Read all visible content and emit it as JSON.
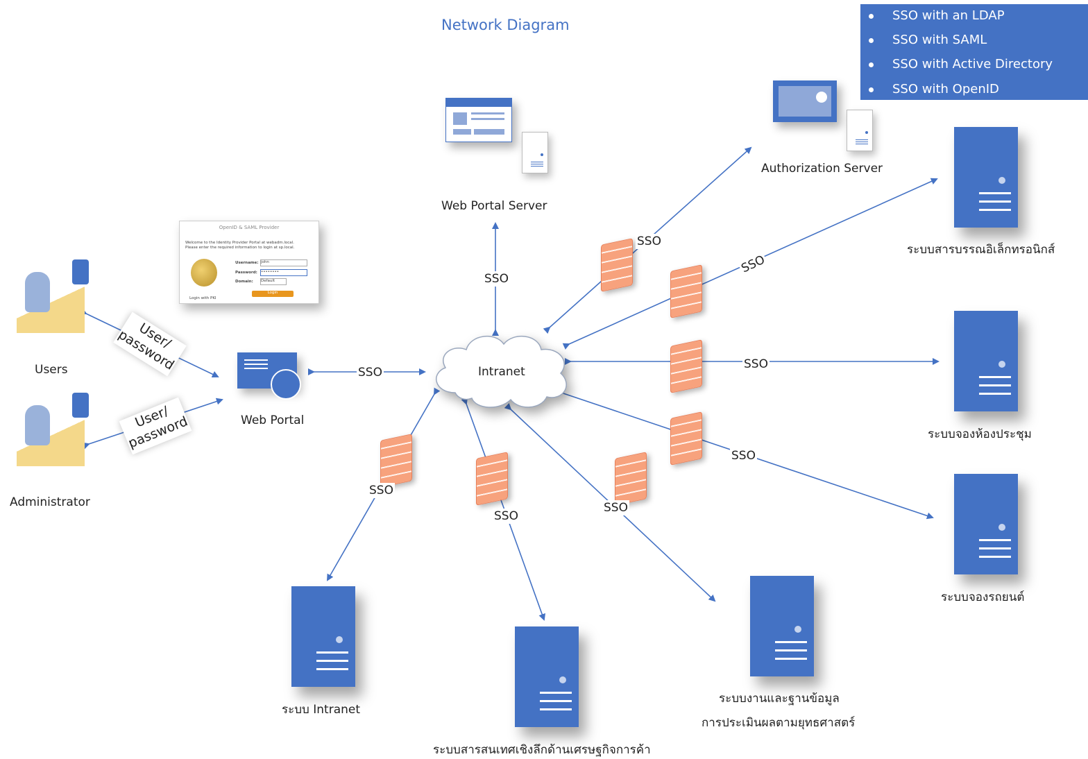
{
  "title": "Network Diagram",
  "sso_options": [
    "SSO with an LDAP",
    "SSO with SAML",
    "SSO with Active Directory",
    "SSO with OpenID"
  ],
  "nodes": {
    "intranet": "Intranet",
    "web_portal_server": "Web Portal Server",
    "authorization_server": "Authorization Server",
    "web_portal": "Web Portal",
    "users": "Users",
    "administrator": "Administrator",
    "sys_edoc": "ระบบสารบรรณอิเล็กทรอนิกส์",
    "sys_meeting": "ระบบจองห้องประชุม",
    "sys_car": "ระบบจองรถยนต์",
    "sys_intranet": "ระบบ Intranet",
    "sys_trade": "ระบบสารสนเทศเชิงลึกด้านเศรษฐกิจการค้า",
    "sys_strategy_line1": "ระบบงานและฐานข้อมูล",
    "sys_strategy_line2": "การประเมินผลตามยุทธศาสตร์"
  },
  "sso_label": "SSO",
  "user_password": {
    "line1": "User/",
    "line2": "password"
  },
  "login_box": {
    "title": "OpenID & SAML Provider",
    "welcome": "Welcome to the Identity Provider Portal at webadm.local.",
    "instruction": "Please enter the required information to login at sp.local.",
    "username_label": "Username:",
    "username_value": "john",
    "password_label": "Password:",
    "password_value": "••••••••",
    "domain_label": "Domain:",
    "domain_value": "Default",
    "login_button": "Login",
    "pki_text": "Login with PKI"
  },
  "colors": {
    "accent": "#4472c4",
    "firewall": "#f7a27d"
  }
}
